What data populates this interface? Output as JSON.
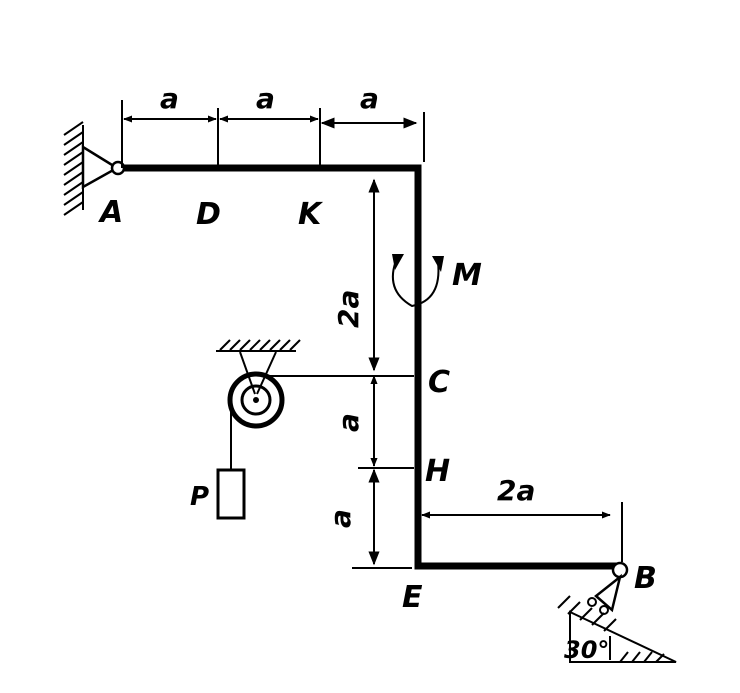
{
  "points": {
    "A": "A",
    "D": "D",
    "K": "K",
    "M": "M",
    "C": "C",
    "H": "H",
    "E": "E",
    "B": "B",
    "P": "P"
  },
  "dimensions": {
    "top_ad": "a",
    "top_dk": "a",
    "top_k_end": "a",
    "vertical_kc": "2a",
    "vertical_ch": "a",
    "vertical_he": "a",
    "horizontal_hb": "2a"
  },
  "angle": "30°"
}
